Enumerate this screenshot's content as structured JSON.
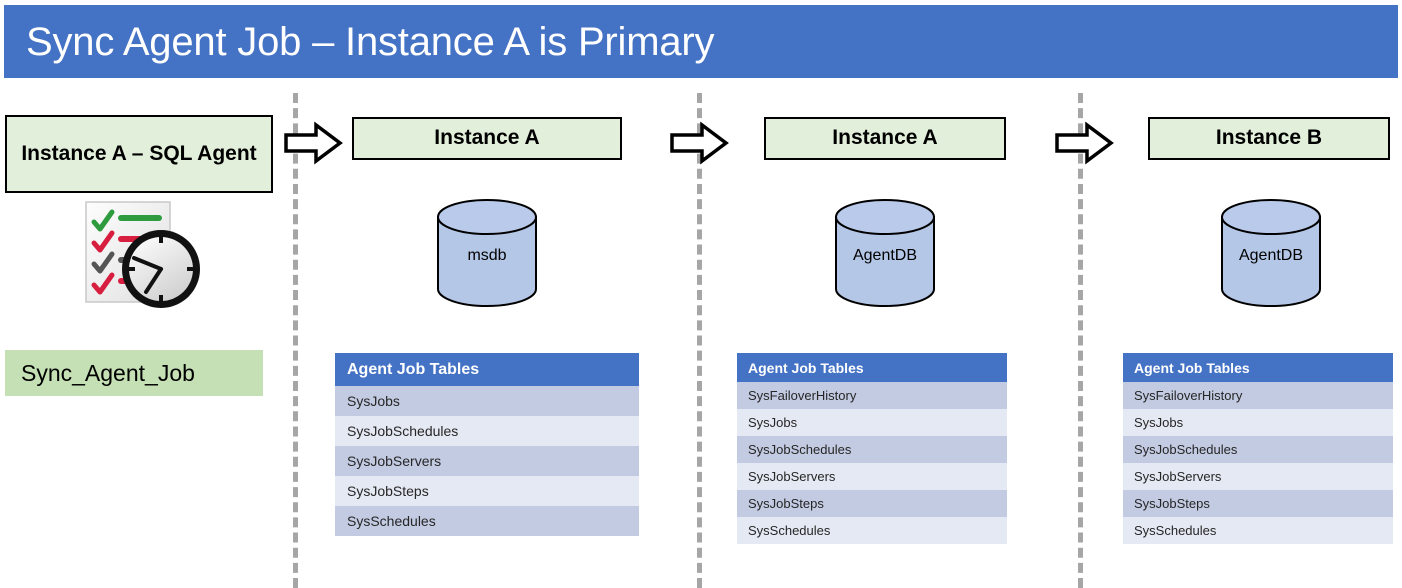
{
  "title": {
    "text": "Sync Agent Job – Instance A is Primary",
    "bg_color": "#4472c4",
    "text_color": "#ffffff"
  },
  "colors": {
    "banner_blue": "#4472c4",
    "box_green": "#e2efda",
    "job_green": "#c5e0b4",
    "cylinder_blue": "#b4c7e7",
    "row_dark": "#c3cbe2",
    "row_light": "#e5e9f3",
    "divider_gray": "#a6a6a6"
  },
  "columns": [
    {
      "id": "col-1",
      "header": "Instance A – SQL Agent",
      "icon": "checklist-clock-icon",
      "job_label": "Sync_Agent_Job"
    },
    {
      "id": "col-2",
      "header": "Instance A",
      "database": "msdb",
      "table": {
        "title": "Agent Job Tables",
        "rows": [
          "SysJobs",
          "SysJobSchedules",
          "SysJobServers",
          "SysJobSteps",
          "SysSchedules"
        ]
      }
    },
    {
      "id": "col-3",
      "header": "Instance A",
      "database": "AgentDB",
      "table": {
        "title": "Agent Job Tables",
        "rows": [
          "SysFailoverHistory",
          "SysJobs",
          "SysJobSchedules",
          "SysJobServers",
          "SysJobSteps",
          "SysSchedules"
        ]
      }
    },
    {
      "id": "col-4",
      "header": "Instance B",
      "database": "AgentDB",
      "table": {
        "title": "Agent Job Tables",
        "rows": [
          "SysFailoverHistory",
          "SysJobs",
          "SysJobSchedules",
          "SysJobServers",
          "SysJobSteps",
          "SysSchedules"
        ]
      }
    }
  ],
  "arrows": [
    {
      "name": "arrow-1",
      "from": "col-1",
      "to": "col-2"
    },
    {
      "name": "arrow-2",
      "from": "col-2",
      "to": "col-3"
    },
    {
      "name": "arrow-3",
      "from": "col-3",
      "to": "col-4"
    }
  ]
}
